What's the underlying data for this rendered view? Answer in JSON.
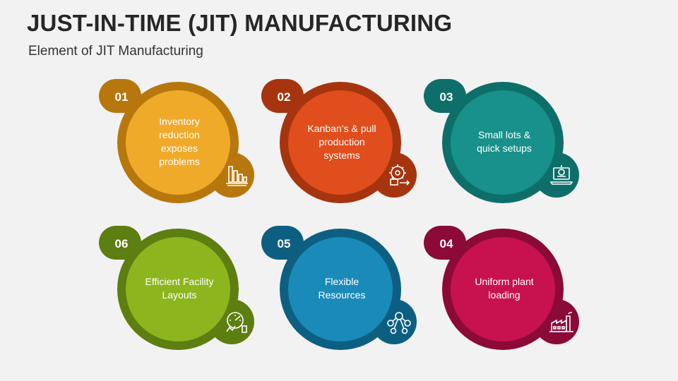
{
  "title": "JUST-IN-TIME (JIT) MANUFACTURING",
  "subtitle": "Element of JIT Manufacturing",
  "cards": [
    {
      "number": "01",
      "label": "Inventory reduction exposes problems",
      "dark": "#b7770c",
      "light": "#f0aa2a",
      "icon": "bar-chart-decline-icon"
    },
    {
      "number": "02",
      "label": "Kanban’s & pull production systems",
      "dark": "#a6340f",
      "light": "#e04e1d",
      "icon": "gear-box-flow-icon"
    },
    {
      "number": "03",
      "label": "Small lots & quick setups",
      "dark": "#0e6e6a",
      "light": "#17918a",
      "icon": "laptop-gear-icon"
    },
    {
      "number": "04",
      "label": "Uniform plant loading",
      "dark": "#8b0a38",
      "light": "#c7124f",
      "icon": "factory-icon"
    },
    {
      "number": "05",
      "label": "Flexible Resources",
      "dark": "#0d5f82",
      "light": "#1a8bb8",
      "icon": "network-resources-icon"
    },
    {
      "number": "06",
      "label": "Efficient Facility Layouts",
      "dark": "#5d7e10",
      "light": "#8db51d",
      "icon": "gauge-efficiency-icon"
    }
  ]
}
